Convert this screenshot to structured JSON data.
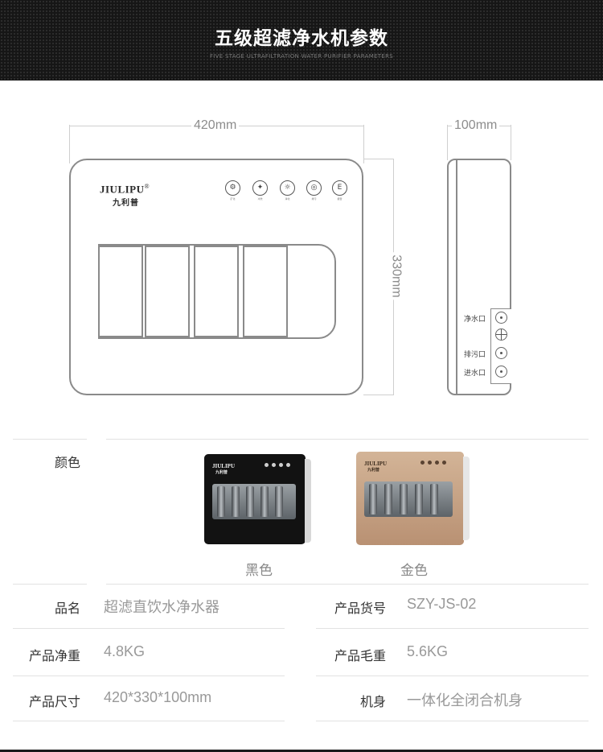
{
  "header": {
    "title": "五级超滤净水机参数",
    "subtitle": "FIVE STAGE ULTRAFILTRATION WATER PURIFIER PARAMETERS"
  },
  "diagram": {
    "width_label": "420mm",
    "height_label": "330mm",
    "depth_label": "100mm",
    "brand": "JIULIPU",
    "brand_mark": "®",
    "brand_cn": "九利普",
    "buttons": [
      {
        "icon": "mineral-icon",
        "caption": "矿化"
      },
      {
        "icon": "flush-icon",
        "caption": "冲洗"
      },
      {
        "icon": "purify-icon",
        "caption": "净化"
      },
      {
        "icon": "drain-icon",
        "caption": "排污"
      },
      {
        "icon": "e-icon",
        "glyph": "E",
        "caption": "报警"
      }
    ],
    "ports": [
      "净水口",
      "排污口",
      "进水口"
    ]
  },
  "color_section": {
    "label": "颜色",
    "options": [
      {
        "name": "黑色",
        "color": "#121212"
      },
      {
        "name": "金色",
        "color": "#c9a88a"
      }
    ]
  },
  "specs": {
    "name_label": "品名",
    "name_value": "超滤直饮水净水器",
    "sku_label": "产品货号",
    "sku_value": "SZY-JS-02",
    "net_label": "产品净重",
    "net_value": "4.8KG",
    "gross_label": "产品毛重",
    "gross_value": "5.6KG",
    "size_label": "产品尺寸",
    "size_value": "420*330*100mm",
    "body_label": "机身",
    "body_value": "一体化全闭合机身"
  }
}
